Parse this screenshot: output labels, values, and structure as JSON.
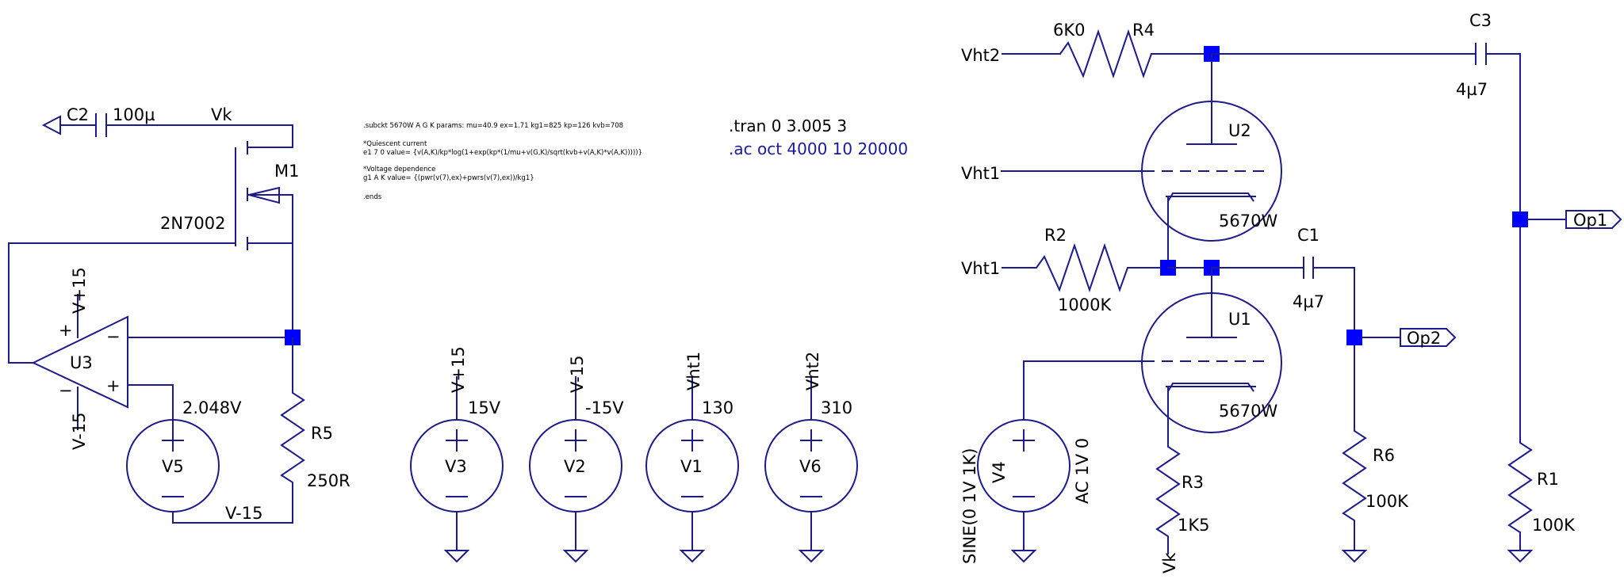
{
  "labels": {
    "c2": "C2",
    "c2_val": "100µ",
    "vk_top": "Vk",
    "m1": "M1",
    "m1_part": "2N7002",
    "u3": "U3",
    "u3_vpos": "V+15",
    "u3_vneg": "V-15",
    "v5": "V5",
    "v5_val": "2.048V",
    "v5_bottom": "V-15",
    "r5": "R5",
    "r5_val": "250R",
    "v3": "V3",
    "v3_net": "V+15",
    "v3_val": "15V",
    "v2": "V2",
    "v2_net": "V-15",
    "v2_val": "-15V",
    "v1": "V1",
    "v1_net": "Vht1",
    "v1_val": "130",
    "v6": "V6",
    "v6_net": "Vht2",
    "v6_val": "310",
    "vht2_in": "Vht2",
    "r4_val": "6K0",
    "r4": "R4",
    "c3": "C3",
    "c3_val": "4µ7",
    "u2": "U2",
    "u2_part": "5670W",
    "vht1_grid": "Vht1",
    "op1": "Op1",
    "vht1_r2": "Vht1",
    "r2": "R2",
    "r2_val": "1000K",
    "c1": "C1",
    "c1_val": "4µ7",
    "u1": "U1",
    "u1_part": "5670W",
    "op2": "Op2",
    "v4": "V4",
    "v4_sine": "SINE(0 1V 1K)",
    "v4_ac": "AC 1V 0",
    "r3": "R3",
    "r3_val": "1K5",
    "vk_bottom": "Vk",
    "r6": "R6",
    "r6_val": "100K",
    "r1": "R1",
    "r1_val": "100K"
  },
  "spice": {
    "subckt": ".subckt 5670W A G K  params: mu=40.9 ex=1.71 kg1=825 kp=126 kvb=708",
    "c_quiescent": "*Quiescent current",
    "e1": "e1 7 0 value= {v(A,K)/kp*log(1+exp(kp*(1/mu+v(G,K)/sqrt(kvb+v(A,K)*v(A,K)))))}",
    "c_voltage": "*Voltage dependence",
    "g1": "g1 A K value= {(pwr(v(7),ex)+pwrs(v(7),ex))/kg1}",
    "ends": ".ends"
  },
  "directives": {
    "tran": ".tran 0 3.005 3",
    "ac": ".ac oct 4000 10 20000"
  },
  "colors": {
    "wire": "#1b1b8c",
    "junction": "#0000ff",
    "ac_directive": "#1a1a9c"
  }
}
